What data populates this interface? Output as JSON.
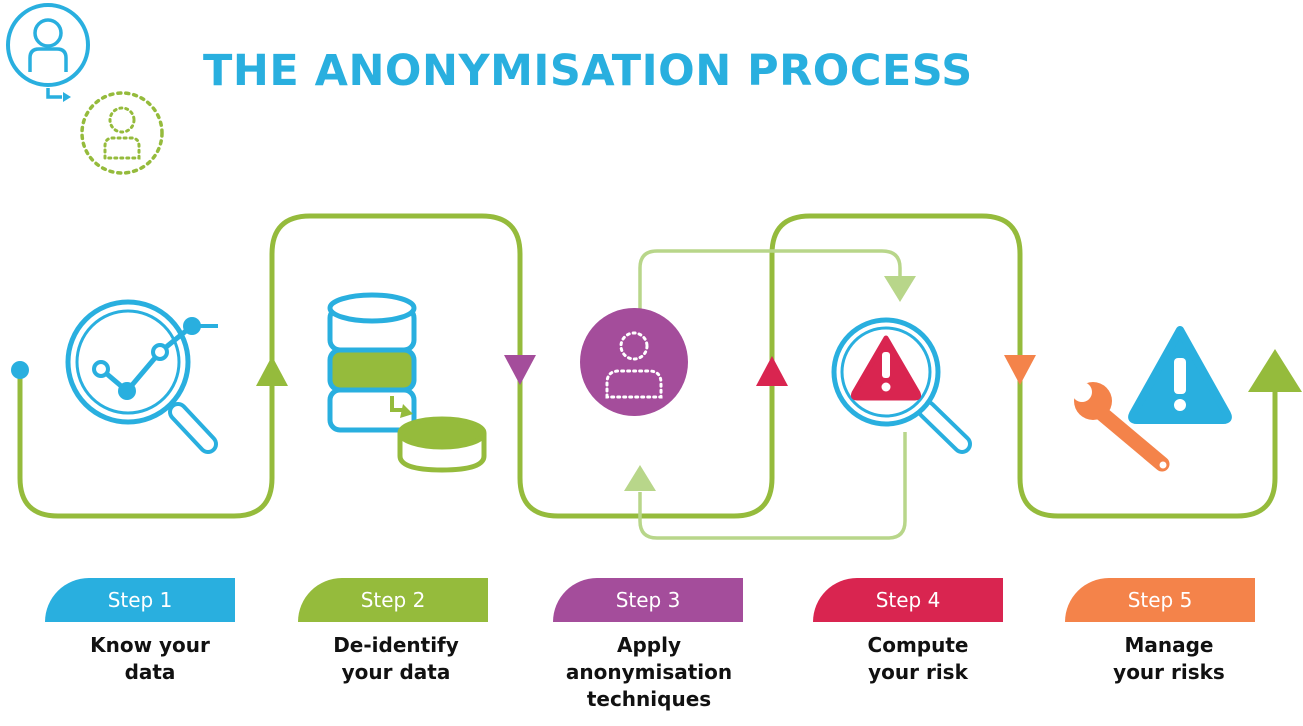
{
  "title": "THE ANONYMISATION PROCESS",
  "colors": {
    "blue": "#29afdf",
    "green": "#95bb3c",
    "light_green": "#b8d68a",
    "purple": "#a44d9b",
    "red": "#d92550",
    "orange": "#f4834a"
  },
  "icons": [
    "person-icon",
    "anonymised-person-icon",
    "analytics-magnifier-icon",
    "database-icon",
    "warning-magnifier-icon",
    "wrench-icon",
    "warning-triangle-icon"
  ],
  "steps": [
    {
      "tab": "Step 1",
      "desc_lines": [
        "Know your",
        "data"
      ],
      "color": "#29afdf"
    },
    {
      "tab": "Step 2",
      "desc_lines": [
        "De-identify",
        "your data"
      ],
      "color": "#95bb3c"
    },
    {
      "tab": "Step 3",
      "desc_lines": [
        "Apply",
        "anonymisation",
        "techniques"
      ],
      "color": "#a44d9b"
    },
    {
      "tab": "Step 4",
      "desc_lines": [
        "Compute",
        "your risk"
      ],
      "color": "#d92550"
    },
    {
      "tab": "Step 5",
      "desc_lines": [
        "Manage",
        "your risks"
      ],
      "color": "#f4834a"
    }
  ]
}
